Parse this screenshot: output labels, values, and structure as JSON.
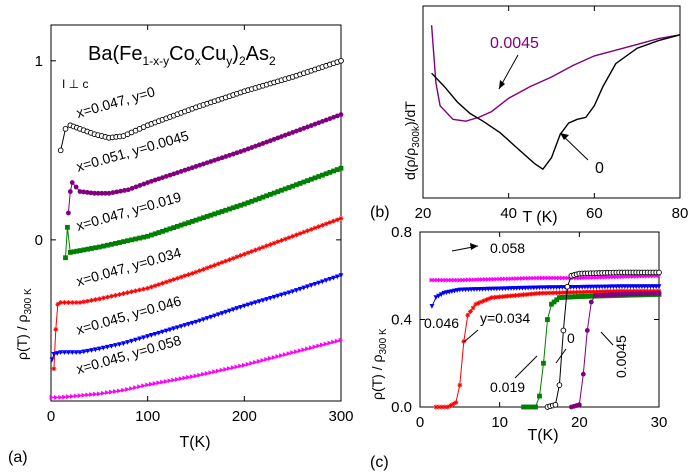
{
  "chart_data": [
    {
      "panel": "(a)",
      "type": "scatter",
      "title": "Ba(Fe1-x-yCoxCuy)2As2",
      "title_parts": {
        "base": "Ba(Fe",
        "sub1": "1-x-y",
        "co": "Co",
        "sub2": "x",
        "cu": "Cu",
        "sub3": "y",
        "tail": ")",
        "sub4": "2",
        "as": "As",
        "sub5": "2"
      },
      "annotation": "I ⊥ c",
      "xlabel": "T(K)",
      "ylabel_parts": {
        "main": "ρ(T) / ρ",
        "sub": "300 K"
      },
      "xlim": [
        0,
        300
      ],
      "ylim": [
        -0.9,
        1.2
      ],
      "xticks": [
        "0",
        "100",
        "200",
        "300"
      ],
      "yticks": [
        "0",
        "1"
      ],
      "xtick_values": [
        0,
        100,
        200,
        300
      ],
      "ytick_values": [
        0,
        1
      ],
      "series": [
        {
          "name": "x=0.047, y=0",
          "color": "#000000",
          "marker": "circle-open",
          "points": [
            [
              10,
              0.5
            ],
            [
              15,
              0.62
            ],
            [
              20,
              0.64
            ],
            [
              30,
              0.62
            ],
            [
              45,
              0.59
            ],
            [
              60,
              0.57
            ],
            [
              75,
              0.58
            ],
            [
              100,
              0.64
            ],
            [
              150,
              0.74
            ],
            [
              200,
              0.83
            ],
            [
              250,
              0.91
            ],
            [
              300,
              1.0
            ]
          ]
        },
        {
          "name": "x=0.051, y=0.0045",
          "color": "#800080",
          "marker": "circle",
          "points": [
            [
              18,
              0.15
            ],
            [
              20,
              0.27
            ],
            [
              22,
              0.32
            ],
            [
              30,
              0.27
            ],
            [
              45,
              0.26
            ],
            [
              60,
              0.26
            ],
            [
              80,
              0.28
            ],
            [
              100,
              0.32
            ],
            [
              150,
              0.41
            ],
            [
              200,
              0.5
            ],
            [
              250,
              0.6
            ],
            [
              300,
              0.7
            ]
          ]
        },
        {
          "name": "x=0.047, y=0.019",
          "color": "#008000",
          "marker": "square",
          "points": [
            [
              15,
              -0.1
            ],
            [
              17,
              0.07
            ],
            [
              20,
              -0.07
            ],
            [
              30,
              -0.06
            ],
            [
              50,
              -0.04
            ],
            [
              75,
              -0.01
            ],
            [
              100,
              0.02
            ],
            [
              150,
              0.11
            ],
            [
              200,
              0.2
            ],
            [
              250,
              0.3
            ],
            [
              300,
              0.4
            ]
          ]
        },
        {
          "name": "x=0.047, y=0.034",
          "color": "#ff0000",
          "marker": "cross",
          "points": [
            [
              3,
              -0.72
            ],
            [
              5,
              -0.5
            ],
            [
              7,
              -0.36
            ],
            [
              10,
              -0.35
            ],
            [
              30,
              -0.35
            ],
            [
              50,
              -0.33
            ],
            [
              75,
              -0.3
            ],
            [
              100,
              -0.27
            ],
            [
              150,
              -0.18
            ],
            [
              200,
              -0.08
            ],
            [
              250,
              0.02
            ],
            [
              300,
              0.12
            ]
          ]
        },
        {
          "name": "x=0.045, y=0.046",
          "color": "#0000ff",
          "marker": "triangle-down",
          "points": [
            [
              1,
              -0.67
            ],
            [
              3,
              -0.64
            ],
            [
              10,
              -0.63
            ],
            [
              30,
              -0.63
            ],
            [
              50,
              -0.61
            ],
            [
              75,
              -0.58
            ],
            [
              100,
              -0.54
            ],
            [
              150,
              -0.46
            ],
            [
              200,
              -0.37
            ],
            [
              250,
              -0.29
            ],
            [
              300,
              -0.2
            ]
          ]
        },
        {
          "name": "x=0.045, y=0.058",
          "color": "#ff00ff",
          "marker": "triangle-right",
          "points": [
            [
              1,
              -0.88
            ],
            [
              10,
              -0.88
            ],
            [
              30,
              -0.87
            ],
            [
              50,
              -0.86
            ],
            [
              75,
              -0.84
            ],
            [
              100,
              -0.81
            ],
            [
              150,
              -0.76
            ],
            [
              200,
              -0.7
            ],
            [
              250,
              -0.63
            ],
            [
              300,
              -0.56
            ]
          ]
        }
      ]
    },
    {
      "panel": "(b)",
      "type": "line",
      "xlabel": "T (K)",
      "ylabel_parts": {
        "main": "d(ρ/ρ",
        "sub": "300k",
        "tail": ")/dT"
      },
      "xlim": [
        20,
        80
      ],
      "ylim": [
        0,
        1
      ],
      "xticks": [
        "20",
        "40",
        "60",
        "80"
      ],
      "xtick_values": [
        20,
        40,
        60,
        80
      ],
      "series": [
        {
          "name": "0.0045",
          "color": "#800080",
          "points": [
            [
              22,
              0.9
            ],
            [
              23,
              0.6
            ],
            [
              24,
              0.48
            ],
            [
              27,
              0.41
            ],
            [
              30,
              0.4
            ],
            [
              33,
              0.42
            ],
            [
              36,
              0.45
            ],
            [
              40,
              0.52
            ],
            [
              45,
              0.58
            ],
            [
              50,
              0.63
            ],
            [
              55,
              0.69
            ],
            [
              60,
              0.74
            ],
            [
              65,
              0.77
            ],
            [
              70,
              0.8
            ],
            [
              75,
              0.83
            ],
            [
              80,
              0.85
            ]
          ]
        },
        {
          "name": "0",
          "color": "#000000",
          "points": [
            [
              22,
              0.65
            ],
            [
              25,
              0.58
            ],
            [
              28,
              0.5
            ],
            [
              31,
              0.44
            ],
            [
              34,
              0.4
            ],
            [
              38,
              0.34
            ],
            [
              42,
              0.26
            ],
            [
              46,
              0.18
            ],
            [
              48,
              0.15
            ],
            [
              50,
              0.21
            ],
            [
              52,
              0.33
            ],
            [
              54,
              0.39
            ],
            [
              56,
              0.41
            ],
            [
              58,
              0.42
            ],
            [
              60,
              0.48
            ],
            [
              62,
              0.58
            ],
            [
              65,
              0.7
            ],
            [
              70,
              0.78
            ],
            [
              75,
              0.82
            ],
            [
              80,
              0.85
            ]
          ]
        }
      ],
      "labels": [
        "0.0045",
        "0"
      ],
      "panel_label": "(b)"
    },
    {
      "panel": "(c)",
      "type": "scatter",
      "xlabel": "T(K)",
      "ylabel_parts": {
        "main": "ρ(T) / ρ",
        "sub": "300 K"
      },
      "xlim": [
        0,
        30
      ],
      "ylim": [
        0,
        0.8
      ],
      "xticks": [
        "0",
        "10",
        "20",
        "30"
      ],
      "yticks": [
        "0.0",
        "0.4",
        "0.8"
      ],
      "xtick_values": [
        0,
        10,
        20,
        30
      ],
      "ytick_values": [
        0,
        0.4,
        0.8
      ],
      "series": [
        {
          "name": "0.058",
          "color": "#ff00ff",
          "marker": "triangle-right",
          "points": [
            [
              1.5,
              0.58
            ],
            [
              5,
              0.58
            ],
            [
              10,
              0.585
            ],
            [
              15,
              0.59
            ],
            [
              20,
              0.59
            ],
            [
              25,
              0.595
            ],
            [
              30,
              0.6
            ]
          ]
        },
        {
          "name": "0.046",
          "color": "#0000ff",
          "marker": "triangle-down",
          "points": [
            [
              1.5,
              0.46
            ],
            [
              2,
              0.5
            ],
            [
              3,
              0.52
            ],
            [
              5,
              0.535
            ],
            [
              10,
              0.54
            ],
            [
              15,
              0.545
            ],
            [
              20,
              0.547
            ],
            [
              25,
              0.55
            ],
            [
              30,
              0.55
            ]
          ]
        },
        {
          "name": "y=0.034",
          "color": "#ff0000",
          "marker": "cross",
          "points": [
            [
              2,
              0
            ],
            [
              3.5,
              0
            ],
            [
              4.5,
              0.02
            ],
            [
              5,
              0.1
            ],
            [
              5.5,
              0.3
            ],
            [
              6,
              0.42
            ],
            [
              7,
              0.47
            ],
            [
              9,
              0.5
            ],
            [
              12,
              0.51
            ],
            [
              15,
              0.52
            ],
            [
              20,
              0.525
            ],
            [
              25,
              0.53
            ],
            [
              30,
              0.53
            ]
          ]
        },
        {
          "name": "0.019",
          "color": "#008000",
          "marker": "square",
          "points": [
            [
              13,
              0
            ],
            [
              14.5,
              0
            ],
            [
              15,
              0.05
            ],
            [
              15.5,
              0.2
            ],
            [
              16,
              0.4
            ],
            [
              16.5,
              0.47
            ],
            [
              17.5,
              0.5
            ],
            [
              20,
              0.505
            ],
            [
              25,
              0.51
            ],
            [
              30,
              0.515
            ]
          ]
        },
        {
          "name": "0",
          "color": "#000000",
          "marker": "circle-open",
          "points": [
            [
              16,
              0
            ],
            [
              17,
              0.01
            ],
            [
              17.5,
              0.1
            ],
            [
              18,
              0.35
            ],
            [
              18.5,
              0.55
            ],
            [
              19,
              0.6
            ],
            [
              20,
              0.61
            ],
            [
              25,
              0.615
            ],
            [
              30,
              0.615
            ]
          ]
        },
        {
          "name": "0.0045",
          "color": "#800080",
          "marker": "circle",
          "points": [
            [
              19,
              0
            ],
            [
              20,
              0.01
            ],
            [
              20.5,
              0.15
            ],
            [
              21,
              0.35
            ],
            [
              21.5,
              0.48
            ],
            [
              22,
              0.51
            ],
            [
              25,
              0.515
            ],
            [
              30,
              0.52
            ]
          ]
        }
      ],
      "labels": [
        "0.058",
        "0.046",
        "y=0.034",
        "0.019",
        "0",
        "0.0045"
      ],
      "panel_label": "(c)"
    }
  ]
}
